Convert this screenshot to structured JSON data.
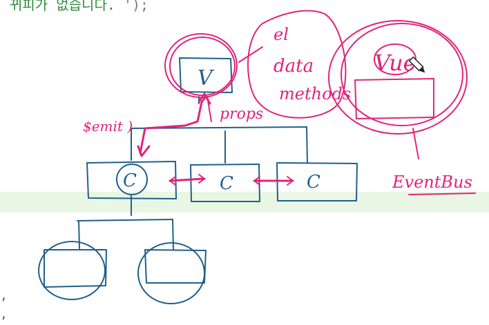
{
  "code": {
    "line_text": "뀌피가 없습니다.",
    "line_tail": "');"
  },
  "gutter": {
    "comma_1": ",",
    "comma_2": ","
  },
  "diagram": {
    "root_label": "V",
    "root_options": [
      "el",
      "data",
      "methods"
    ],
    "child_label": "C",
    "emit_label": "$emit )",
    "props_label": "props",
    "vue_label": "Vue",
    "eventbus_label": "EventBus"
  },
  "colors": {
    "ink_blue": "#1f5f8b",
    "ink_pink": "#e0237a",
    "code_green": "#2e8b3a",
    "highlight": "#e9f6e3"
  }
}
